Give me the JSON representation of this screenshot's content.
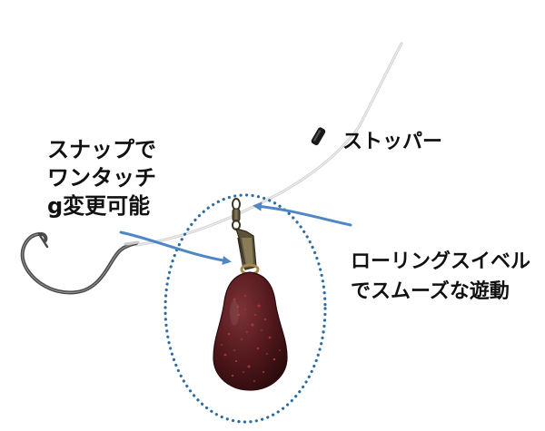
{
  "labels": {
    "snap": {
      "lines": [
        "スナップで",
        "ワンタッチ",
        "g変更可能"
      ]
    },
    "stopper": {
      "text": "ストッパー"
    },
    "swivel": {
      "lines": [
        "ローリングスイベル",
        "でスムーズな遊動"
      ]
    }
  },
  "colors": {
    "arrow": "#4f86c6",
    "ellipse": "#2e6da4",
    "line": "#d2d2d2",
    "sinker": "#5a1f22",
    "sinker_flake": "#b23a3a",
    "hook": "#4a4a4a",
    "stopper": "#1a1a1a",
    "text": "#111111"
  }
}
